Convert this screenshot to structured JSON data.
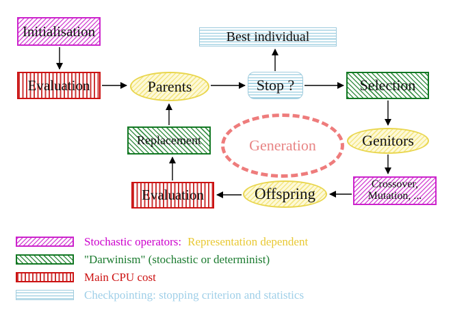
{
  "nodes": {
    "initialisation": {
      "label": "Initialisation"
    },
    "evaluation_top": {
      "label": "Evaluation"
    },
    "parents": {
      "label": "Parents"
    },
    "best_individual": {
      "label": "Best individual"
    },
    "stop": {
      "label": "Stop ?"
    },
    "selection": {
      "label": "Selection"
    },
    "genitors": {
      "label": "Genitors"
    },
    "crossover": {
      "line1": "Crossover,",
      "line2": "Mutation, ..."
    },
    "offspring": {
      "label": "Offspring"
    },
    "evaluation_bottom": {
      "label": "Evaluation"
    },
    "replacement": {
      "label": "Replacement"
    },
    "generation": {
      "label": "Generation"
    }
  },
  "edges": [
    {
      "from": "Initialisation",
      "to": "Evaluation"
    },
    {
      "from": "Evaluation",
      "to": "Parents"
    },
    {
      "from": "Parents",
      "to": "Stop ?"
    },
    {
      "from": "Stop ?",
      "to": "Best individual"
    },
    {
      "from": "Stop ?",
      "to": "Selection"
    },
    {
      "from": "Selection",
      "to": "Genitors"
    },
    {
      "from": "Genitors",
      "to": "Crossover, Mutation, ..."
    },
    {
      "from": "Crossover, Mutation, ...",
      "to": "Offspring"
    },
    {
      "from": "Offspring",
      "to": "Evaluation (bottom)"
    },
    {
      "from": "Evaluation (bottom)",
      "to": "Replacement"
    },
    {
      "from": "Replacement",
      "to": "Parents"
    }
  ],
  "legend": {
    "rows": [
      {
        "swatch": "magenta-hatch",
        "text": "Stochastic operators:",
        "text2": "Representation dependent"
      },
      {
        "swatch": "green-hatch",
        "text": "\"Darwinism\" (stochastic or determinist)"
      },
      {
        "swatch": "red-vertical-stripes",
        "text": "Main CPU cost"
      },
      {
        "swatch": "cyan-horizontal-stripes",
        "text": "Checkpointing: stopping criterion and statistics"
      }
    ]
  },
  "colors": {
    "magenta": "#cc22cc",
    "green": "#1a7a2e",
    "red": "#cc1111",
    "cyan_stripe": "#a8d4e4",
    "cyan_text": "#9fcfe8",
    "yellow_border": "#e9d64e",
    "yellow_fill": "#fdf9d8",
    "yellow_text": "#e8c832",
    "salmon": "#ee7c7c",
    "arrow": "#000000"
  }
}
